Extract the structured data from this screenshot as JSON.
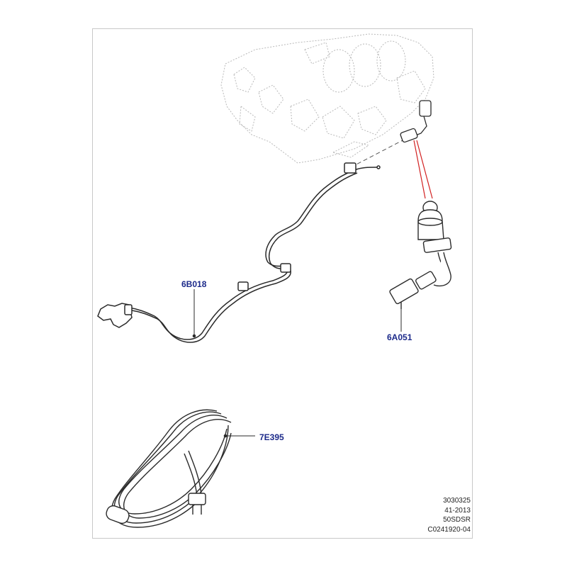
{
  "parts": [
    {
      "id": "harness",
      "label": "6B018"
    },
    {
      "id": "heater",
      "label": "6A051"
    },
    {
      "id": "cord",
      "label": "7E395"
    }
  ],
  "reference": {
    "line1": "3030325",
    "line2": "41-2013",
    "line3": "50SDSR",
    "line4": "C0241920-04"
  },
  "colors": {
    "label": "#1c2a8a",
    "line": "#2a2a2a",
    "engine_outline": "#b9b9b9",
    "leader_red": "#d22020",
    "frame": "#c8c8c8"
  }
}
